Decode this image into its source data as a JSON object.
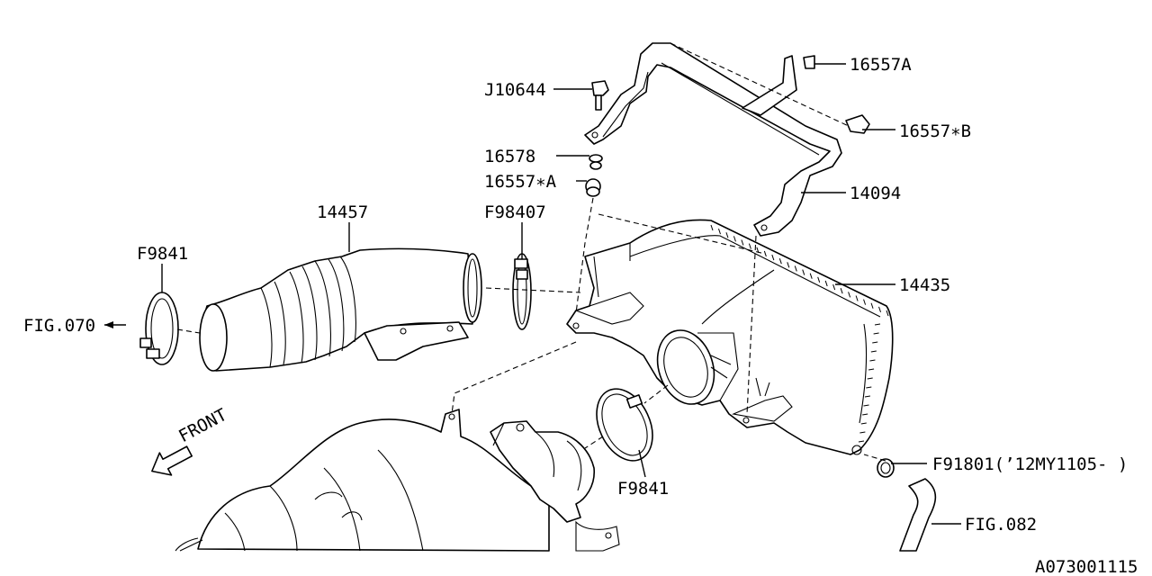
{
  "diagram_id": "A073001115",
  "front_label": "FRONT",
  "callouts": {
    "p16557A": "16557A",
    "p16557B": "16557∗B",
    "pJ10644": "J10644",
    "p16578": "16578",
    "p16557starA": "16557∗A",
    "p14094": "14094",
    "p14457": "14457",
    "pF98407": "F98407",
    "pF9841_top": "F9841",
    "pFIG070": "FIG.070",
    "p14435": "14435",
    "pF91801": "F91801(’12MY1105- )",
    "pF9841_bottom": "F9841",
    "pFIG082": "FIG.082"
  }
}
